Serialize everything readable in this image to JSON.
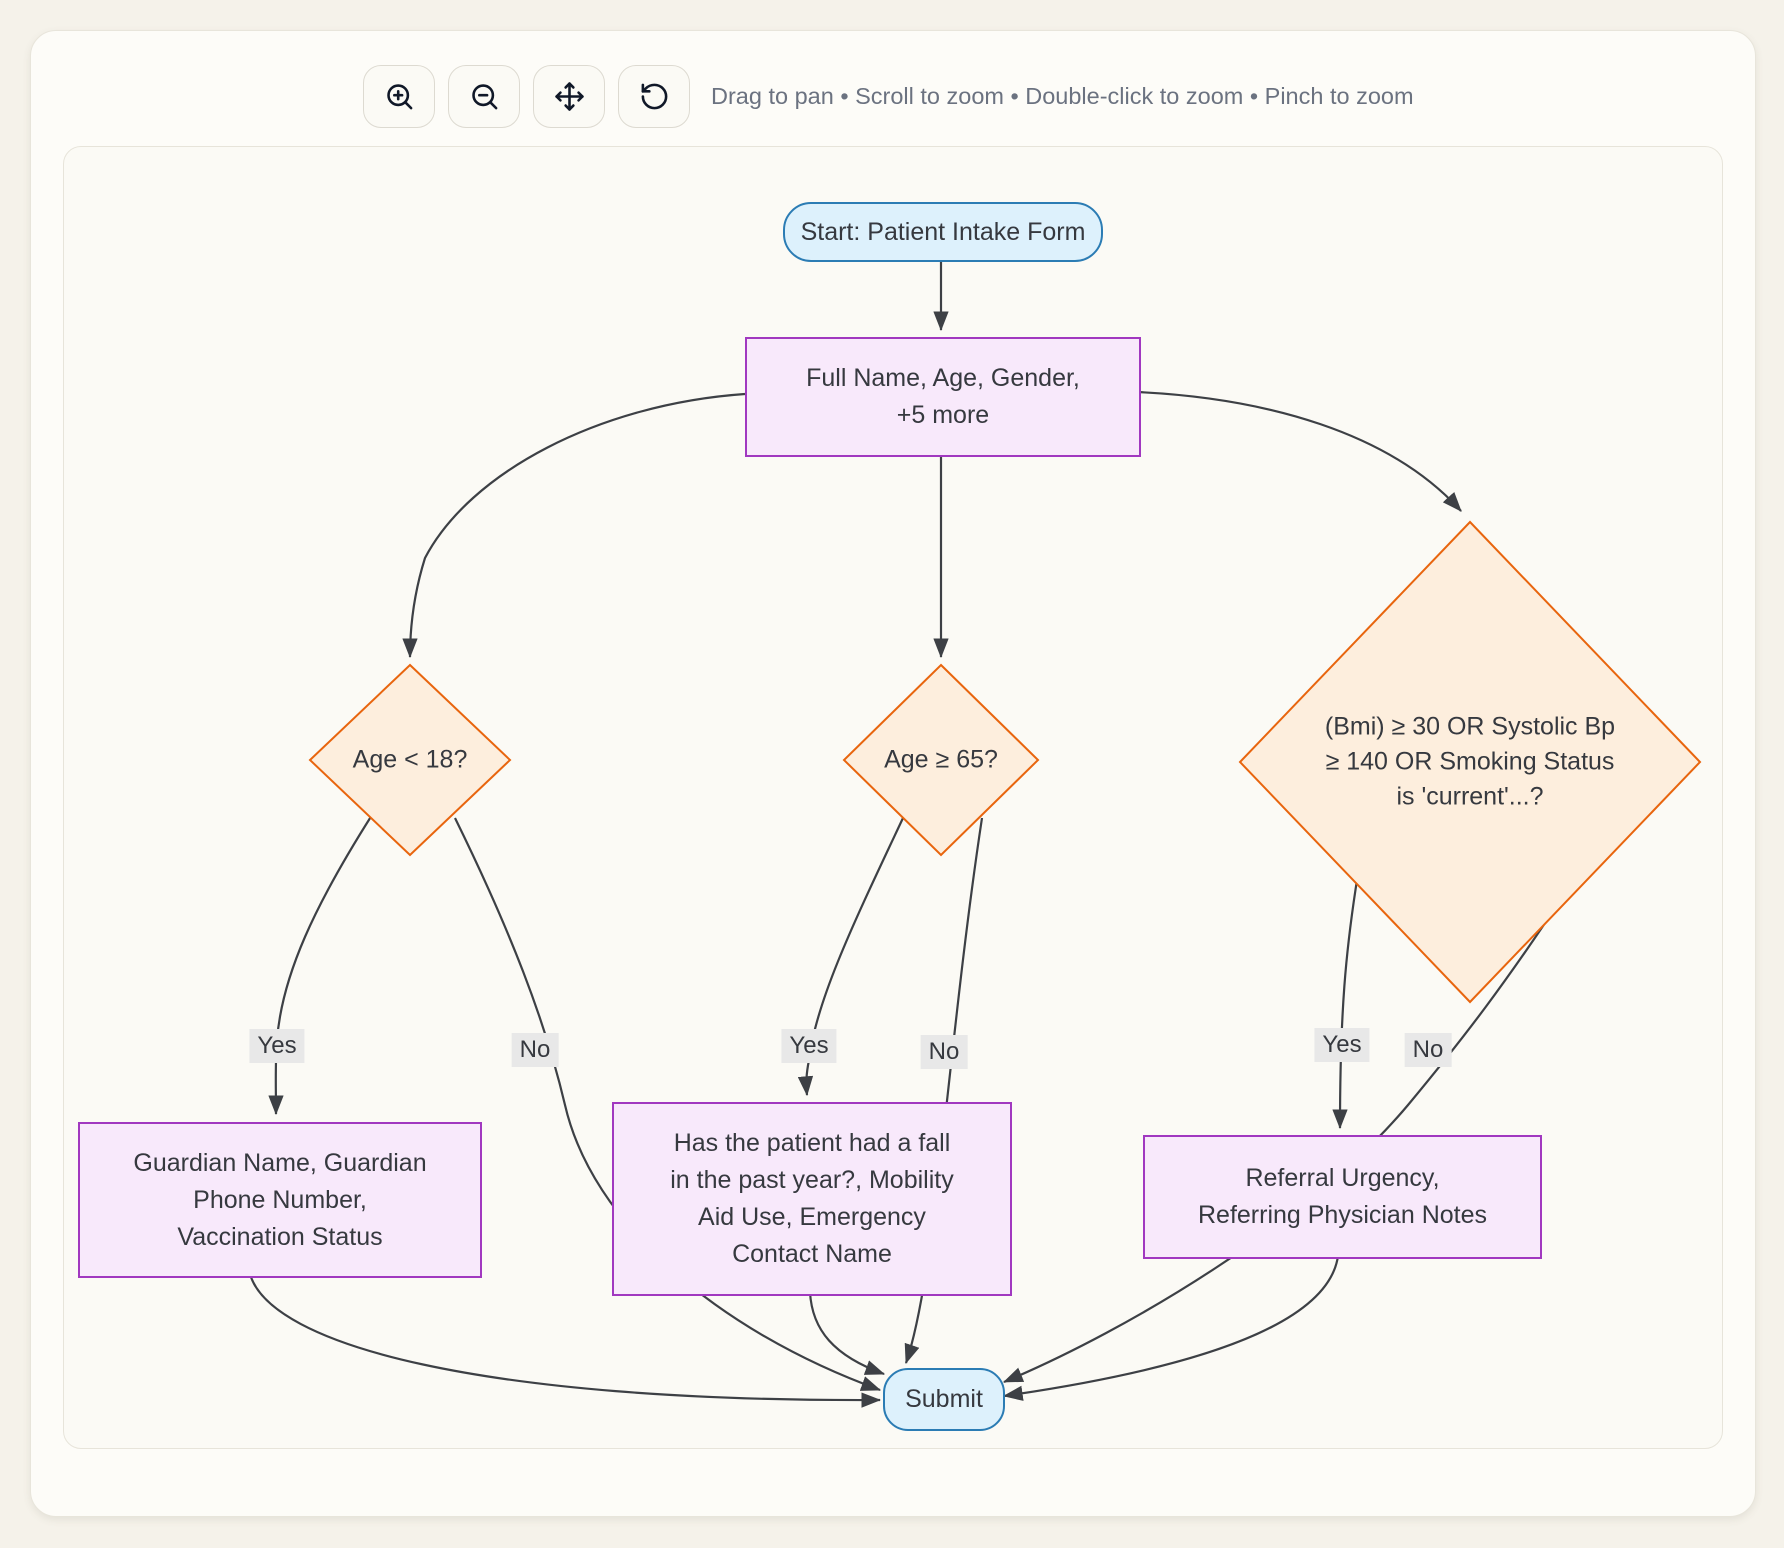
{
  "toolbar": {
    "hint": "Drag to pan • Scroll to zoom • Double-click to zoom • Pinch to zoom",
    "buttons": [
      {
        "name": "zoom in",
        "icon": "magnifier-plus"
      },
      {
        "name": "zoom out",
        "icon": "magnifier-minus"
      },
      {
        "name": "pan",
        "icon": "move-arrows"
      },
      {
        "name": "reset view",
        "icon": "rotate-ccw"
      }
    ]
  },
  "flowchart": {
    "nodes": {
      "start": "Start: Patient Intake Form",
      "intake_fields": "Full Name, Age, Gender,\n+5 more",
      "minor_check": "Age < 18?",
      "senior_check": "Age ≥ 65?",
      "risk_check": "(Bmi) ≥ 30 OR Systolic Bp\n≥ 140 OR Smoking Status\nis 'current'...?",
      "guardian_fields": "Guardian Name, Guardian\nPhone Number,\nVaccination Status",
      "senior_fields": "Has the patient had a fall\nin the past year?, Mobility\nAid Use, Emergency\nContact Name",
      "referral_fields": "Referral Urgency,\nReferring Physician Notes",
      "submit": "Submit"
    },
    "edge_labels": {
      "yes": "Yes",
      "no": "No"
    }
  },
  "colors": {
    "page_background": "#f5f2ea",
    "card_background": "#fdfcf8",
    "terminal_fill": "#ddf1fc",
    "terminal_border": "#2b7cb4",
    "process_fill": "#f8e9fb",
    "process_border": "#a138c0",
    "decision_fill": "#fdeedd",
    "decision_border": "#e8650e",
    "edge_stroke": "#3d4045",
    "edge_label_background": "#e8e8e8"
  }
}
